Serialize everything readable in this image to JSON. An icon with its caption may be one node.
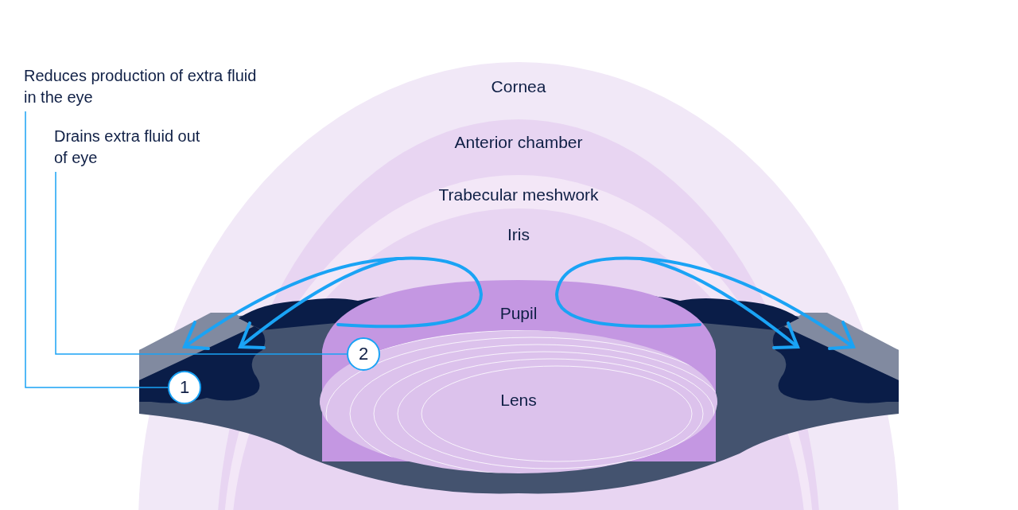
{
  "diagram": {
    "nodes": [
      {
        "text": [
          "Reduces production of extra fluid in the eye"
        ]
      },
      {
        "text": [
          "Drains extra fluid out of eye"
        ]
      },
      {
        "text": [
          "1"
        ]
      },
      {
        "text": [
          "2"
        ]
      }
    ],
    "edges": [
      {
        "from": 0,
        "to": 2,
        "arrow": "none"
      },
      {
        "from": 1,
        "to": 3,
        "arrow": "none"
      }
    ],
    "labels": [
      "Cornea",
      "Anterior chamber",
      "Trabecular meshwork",
      "Iris",
      "Pupil",
      "Lens"
    ]
  }
}
